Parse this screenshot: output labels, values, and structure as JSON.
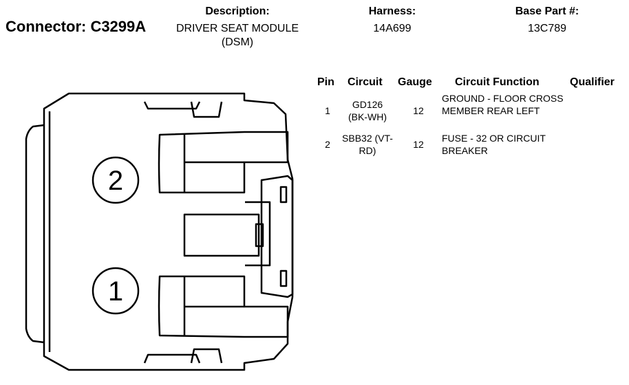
{
  "header": {
    "connector": "Connector: C3299A",
    "description_label": "Description:",
    "description_value": "DRIVER SEAT MODULE (DSM)",
    "harness_label": "Harness:",
    "harness_value": "14A699",
    "base_part_label": "Base Part #:",
    "base_part_value": "13C789"
  },
  "table": {
    "headers": {
      "pin": "Pin",
      "circuit": "Circuit",
      "gauge": "Gauge",
      "function": "Circuit Function",
      "qualifier": "Qualifier"
    },
    "rows": [
      {
        "pin": "1",
        "circuit": "GD126 (BK-WH)",
        "gauge": "12",
        "function": "GROUND - FLOOR CROSS MEMBER REAR LEFT",
        "qualifier": ""
      },
      {
        "pin": "2",
        "circuit": "SBB32 (VT-RD)",
        "gauge": "12",
        "function": "FUSE - 32 OR CIRCUIT BREAKER",
        "qualifier": ""
      }
    ]
  },
  "diagram": {
    "pin_labels": [
      "2",
      "1"
    ]
  }
}
